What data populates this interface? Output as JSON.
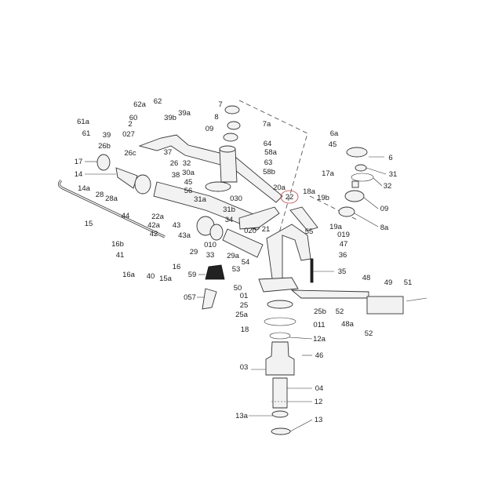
{
  "diagram": {
    "type": "exploded parts diagram",
    "highlight_color": "#c04040",
    "callouts": [
      "62a",
      "62",
      "61a",
      "61",
      "60",
      "39b",
      "39a",
      "2",
      "027",
      "39",
      "26b",
      "26c",
      "37",
      "26",
      "17",
      "14",
      "38",
      "32",
      "30a",
      "45",
      "56",
      "14a",
      "28",
      "28a",
      "31a",
      "030",
      "31b",
      "34",
      "44",
      "22a",
      "15",
      "42a",
      "43",
      "43a",
      "42",
      "16b",
      "41",
      "29",
      "010",
      "33",
      "29a",
      "54",
      "16",
      "16a",
      "40",
      "15a",
      "59",
      "53",
      "7",
      "8",
      "7a",
      "09",
      "64",
      "58a",
      "63",
      "58b",
      "6a",
      "45",
      "6",
      "31",
      "17a",
      "32",
      "20a",
      "22",
      "18a",
      "19b",
      "09",
      "8a",
      "020",
      "21",
      "19a",
      "55",
      "019",
      "47",
      "36",
      "35",
      "48",
      "49",
      "51",
      "50",
      "01",
      "057",
      "25",
      "25a",
      "25b",
      "52",
      "48a",
      "011",
      "52",
      "18",
      "12a",
      "46",
      "03",
      "04",
      "12",
      "13a",
      "13"
    ]
  }
}
